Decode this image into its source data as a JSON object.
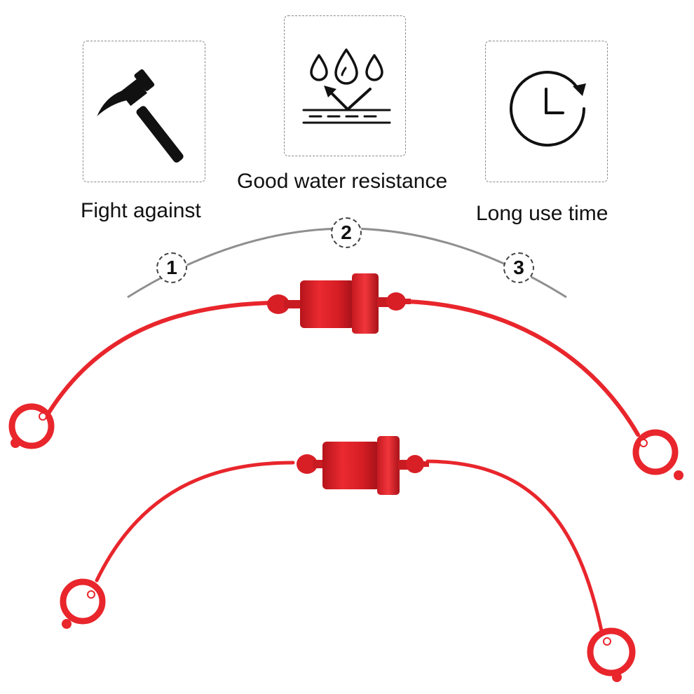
{
  "features": [
    {
      "label": "Fight against",
      "icon": "hammer-icon"
    },
    {
      "label": "Good water resistance",
      "icon": "water-drops-icon"
    },
    {
      "label": "Long use time",
      "icon": "clock-icon"
    }
  ],
  "steps": [
    "1",
    "2",
    "3"
  ],
  "colors": {
    "cap_red": "#e8262c",
    "arc_gray": "#8f8f8f",
    "icon_black": "#111111"
  },
  "product": {
    "name": "red-dust-cap-with-strap",
    "count": 2
  }
}
